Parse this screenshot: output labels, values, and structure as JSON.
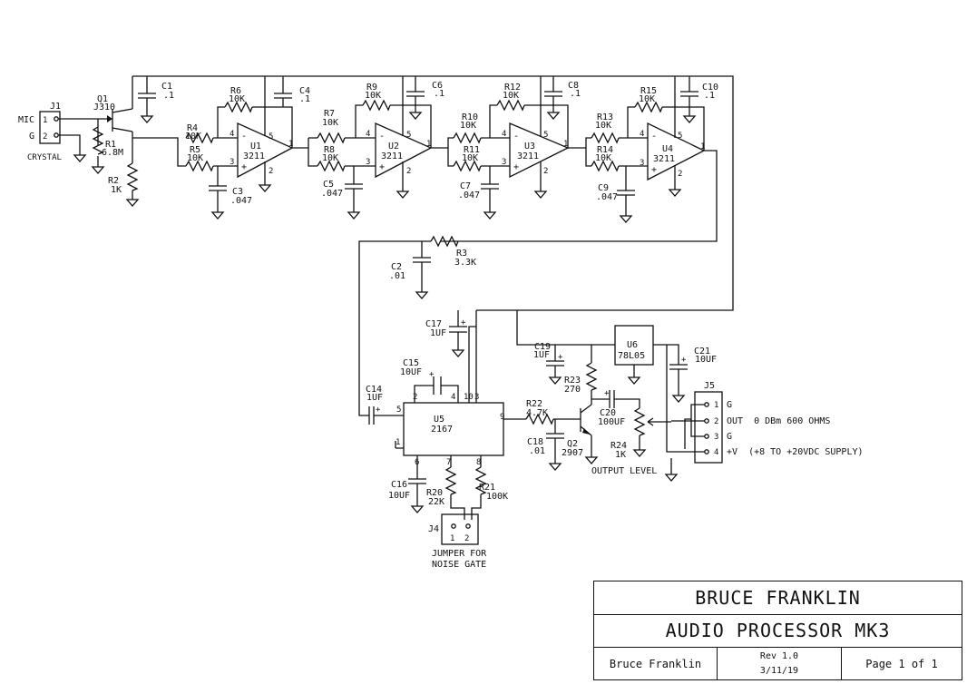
{
  "connector_j1": {
    "ref": "J1",
    "pin1": "1",
    "pin2": "2",
    "label_mic": "MIC",
    "label_g": "G",
    "label_crystal": "CRYSTAL"
  },
  "transistor_q1": {
    "ref": "Q1",
    "part": "J310"
  },
  "resistors": {
    "r1": {
      "ref": "R1",
      "value": "6.8M"
    },
    "r2": {
      "ref": "R2",
      "value": "1K"
    },
    "r3": {
      "ref": "R3",
      "value": "3.3K"
    },
    "r4": {
      "ref": "R4",
      "value": "10K"
    },
    "r5": {
      "ref": "R5",
      "value": "10K"
    },
    "r6": {
      "ref": "R6",
      "value": "10K"
    },
    "r7": {
      "ref": "R7",
      "value": "10K"
    },
    "r8": {
      "ref": "R8",
      "value": "10K"
    },
    "r9": {
      "ref": "R9",
      "value": "10K"
    },
    "r10": {
      "ref": "R10",
      "value": "10K"
    },
    "r11": {
      "ref": "R11",
      "value": "10K"
    },
    "r12": {
      "ref": "R12",
      "value": "10K"
    },
    "r13": {
      "ref": "R13",
      "value": "10K"
    },
    "r14": {
      "ref": "R14",
      "value": "10K"
    },
    "r15": {
      "ref": "R15",
      "value": "10K"
    },
    "r20": {
      "ref": "R20",
      "value": "22K"
    },
    "r21": {
      "ref": "R21",
      "value": "100K"
    },
    "r22": {
      "ref": "R22",
      "value": "4.7K"
    },
    "r23": {
      "ref": "R23",
      "value": "270"
    },
    "r24": {
      "ref": "R24",
      "value": "1K"
    }
  },
  "capacitors": {
    "c1": {
      "ref": "C1",
      "value": ".1"
    },
    "c2": {
      "ref": "C2",
      "value": ".01"
    },
    "c3": {
      "ref": "C3",
      "value": ".047"
    },
    "c4": {
      "ref": "C4",
      "value": ".1"
    },
    "c5": {
      "ref": "C5",
      "value": ".047"
    },
    "c6": {
      "ref": "C6",
      "value": ".1"
    },
    "c7": {
      "ref": "C7",
      "value": ".047"
    },
    "c8": {
      "ref": "C8",
      "value": ".1"
    },
    "c9": {
      "ref": "C9",
      "value": ".047"
    },
    "c10": {
      "ref": "C10",
      "value": ".1"
    },
    "c14": {
      "ref": "C14",
      "value": "1UF"
    },
    "c15": {
      "ref": "C15",
      "value": "10UF"
    },
    "c16": {
      "ref": "C16",
      "value": "10UF"
    },
    "c17": {
      "ref": "C17",
      "value": "1UF"
    },
    "c18": {
      "ref": "C18",
      "value": ".01"
    },
    "c19": {
      "ref": "C19",
      "value": "1UF"
    },
    "c20": {
      "ref": "C20",
      "value": "100UF"
    },
    "c21": {
      "ref": "C21",
      "value": "10UF"
    }
  },
  "opamps": {
    "u1": {
      "ref": "U1",
      "part": "3211"
    },
    "u2": {
      "ref": "U2",
      "part": "3211"
    },
    "u3": {
      "ref": "U3",
      "part": "3211"
    },
    "u4": {
      "ref": "U4",
      "part": "3211"
    }
  },
  "pins": {
    "p1": "1",
    "p2": "2",
    "p3": "3",
    "p4": "4",
    "p5": "5",
    "p6": "6",
    "p7": "7",
    "p8": "8",
    "p9": "9",
    "p10": "10",
    "minus": "-",
    "plus": "+"
  },
  "chip_u5": {
    "ref": "U5",
    "part": "2167"
  },
  "regulator_u6": {
    "ref": "U6",
    "part": "78L05"
  },
  "transistor_q2": {
    "ref": "Q2",
    "part": "2907"
  },
  "jumper_j4": {
    "ref": "J4",
    "pin1": "1",
    "pin2": "2",
    "label_line1": "JUMPER FOR",
    "label_line2": "NOISE GATE"
  },
  "output_level_label": "OUTPUT LEVEL",
  "connector_j5": {
    "ref": "J5",
    "pins": [
      {
        "num": "1",
        "label": "G"
      },
      {
        "num": "2",
        "label": "OUT  0 DBm 600 OHMS"
      },
      {
        "num": "3",
        "label": "G"
      },
      {
        "num": "4",
        "label": "+V  (+8 TO +20VDC SUPPLY)"
      }
    ]
  },
  "title_block": {
    "designer": "BRUCE FRANKLIN",
    "title": "AUDIO PROCESSOR MK3",
    "author": "Bruce Franklin",
    "revision": "Rev 1.0",
    "date": "3/11/19",
    "page": "Page 1 of 1"
  }
}
